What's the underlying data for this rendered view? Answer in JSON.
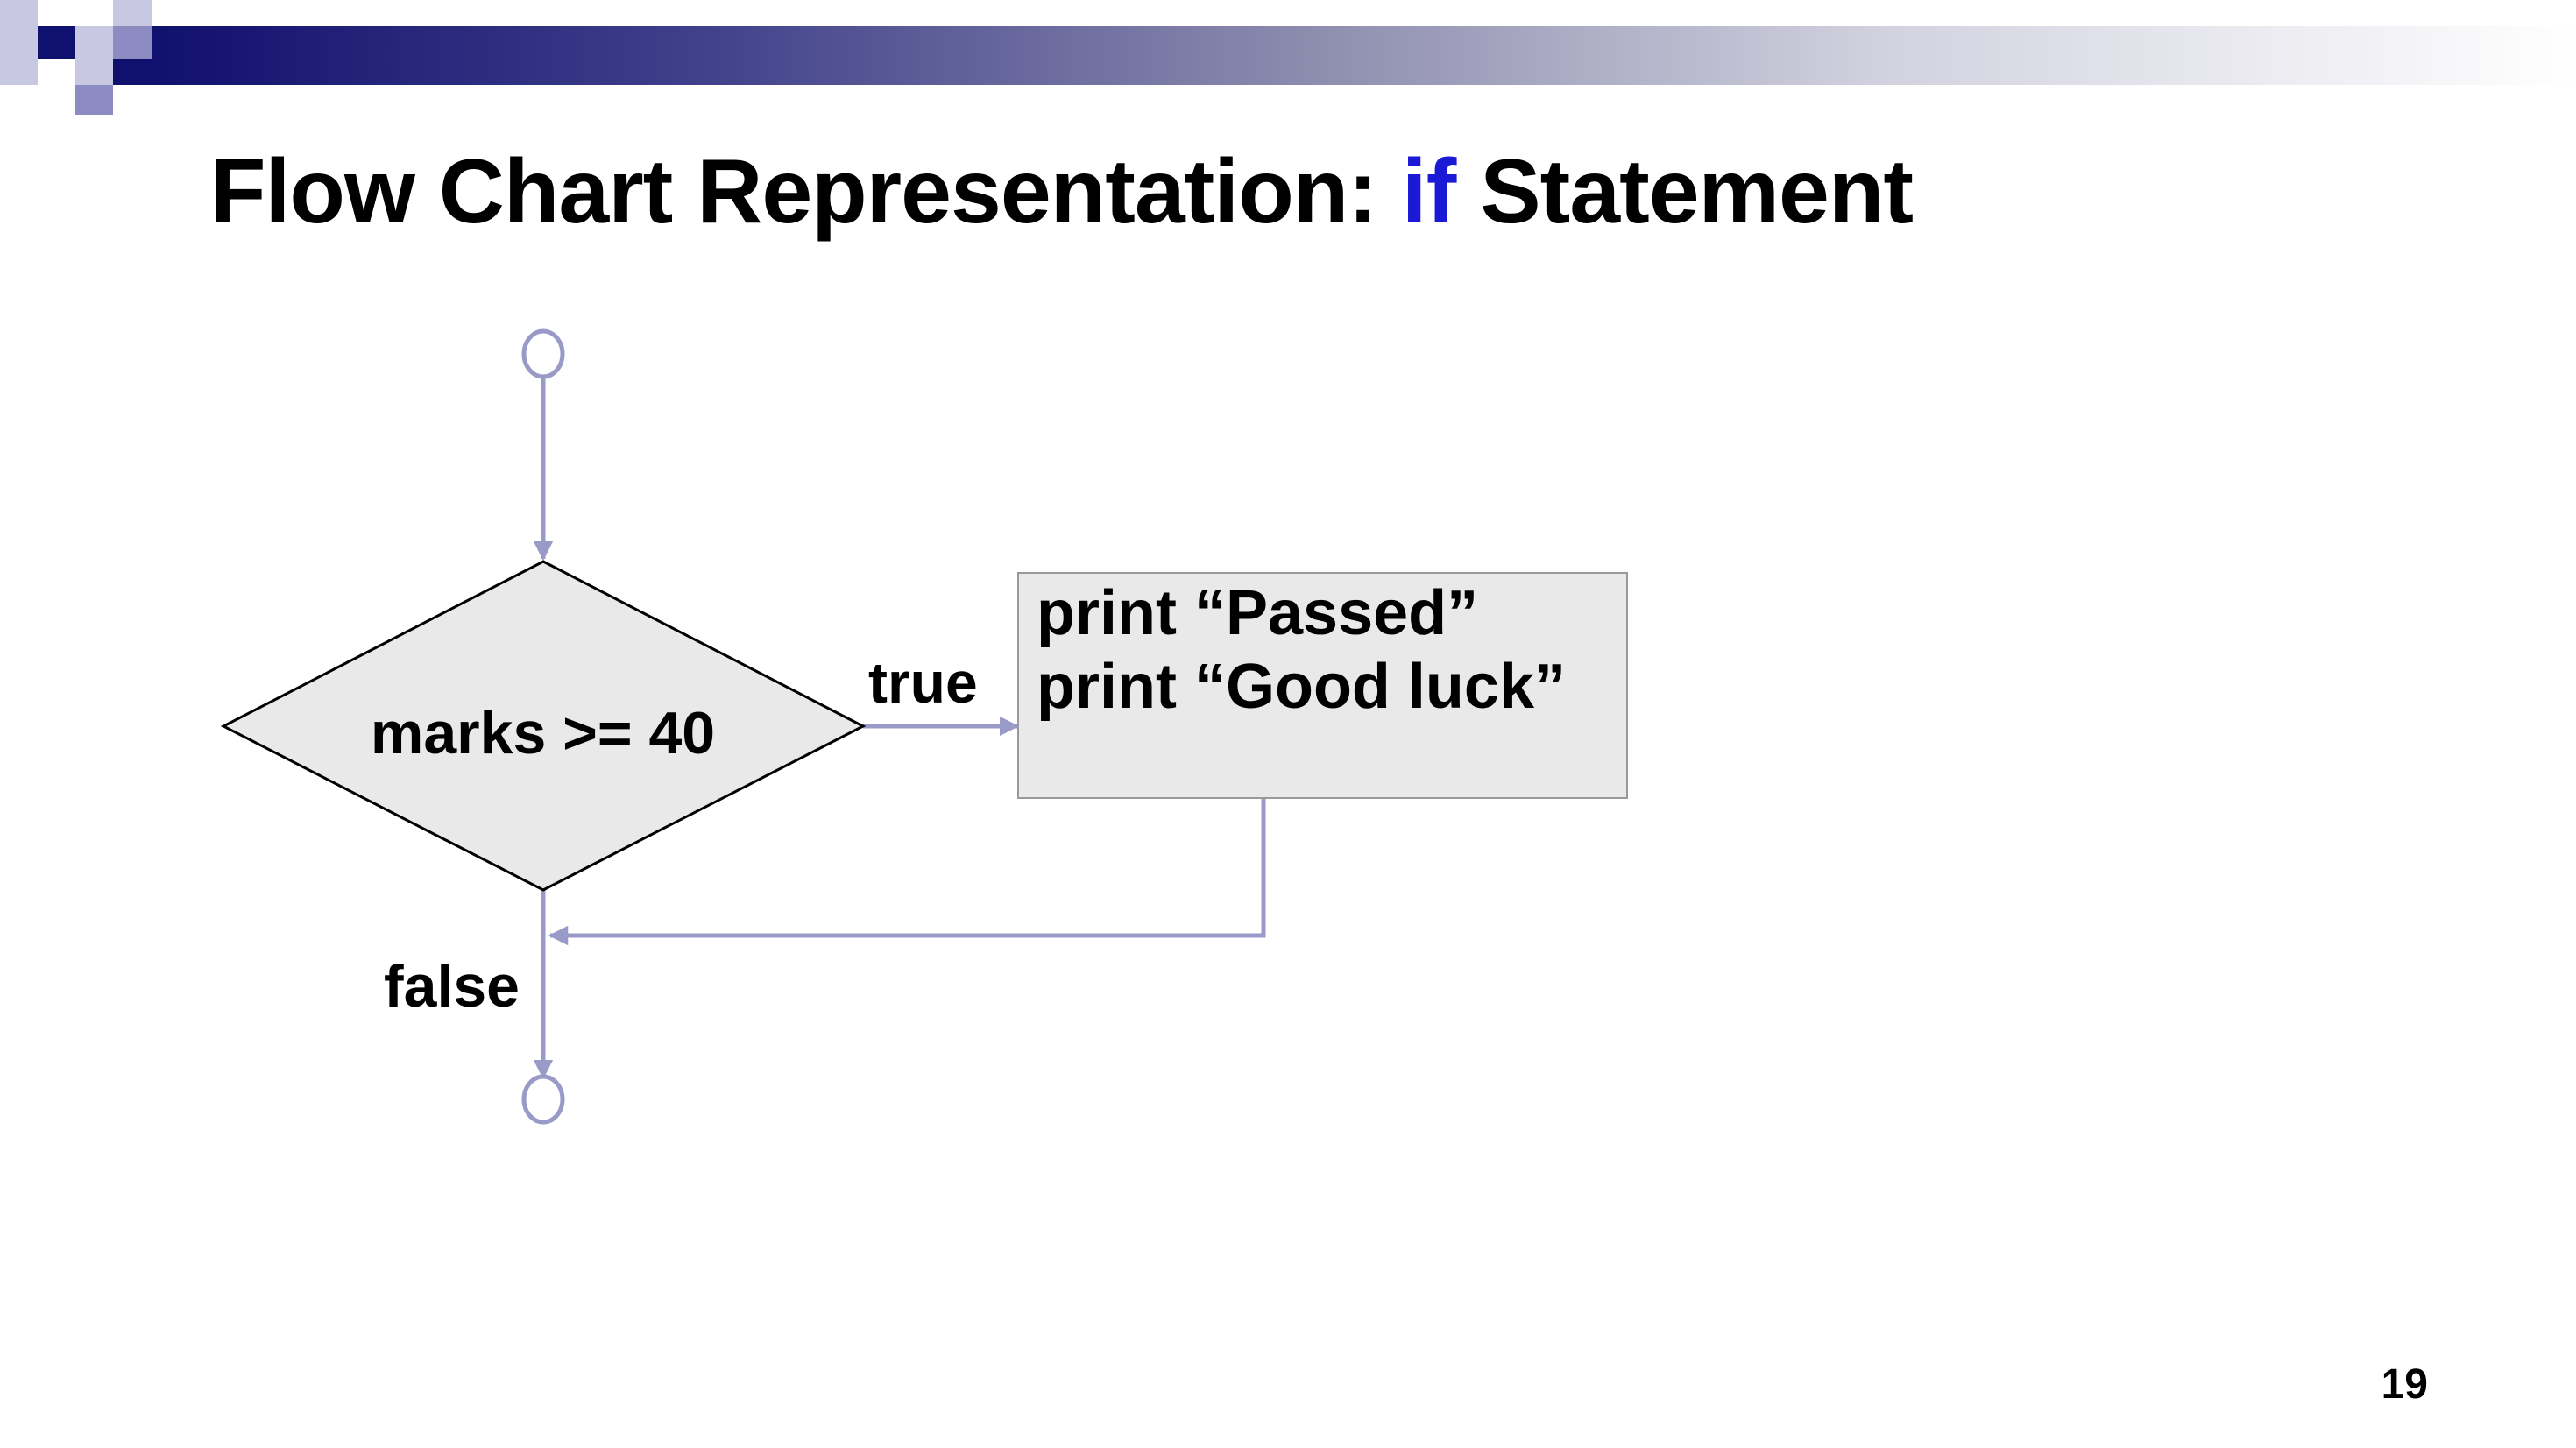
{
  "slide": {
    "title_prefix": "Flow Chart Representation: ",
    "title_keyword": "if",
    "title_suffix": " Statement",
    "page_number": "19"
  },
  "flowchart": {
    "condition": "marks >= 40",
    "true_label": "true",
    "false_label": "false",
    "process_lines": [
      "print “Passed”",
      "print “Good luck”"
    ]
  },
  "colors": {
    "keyword": "#1a1ad6",
    "connector": "#9a9ac8",
    "shape_fill": "#e9e9e9",
    "banner_dark": "#10106e"
  }
}
